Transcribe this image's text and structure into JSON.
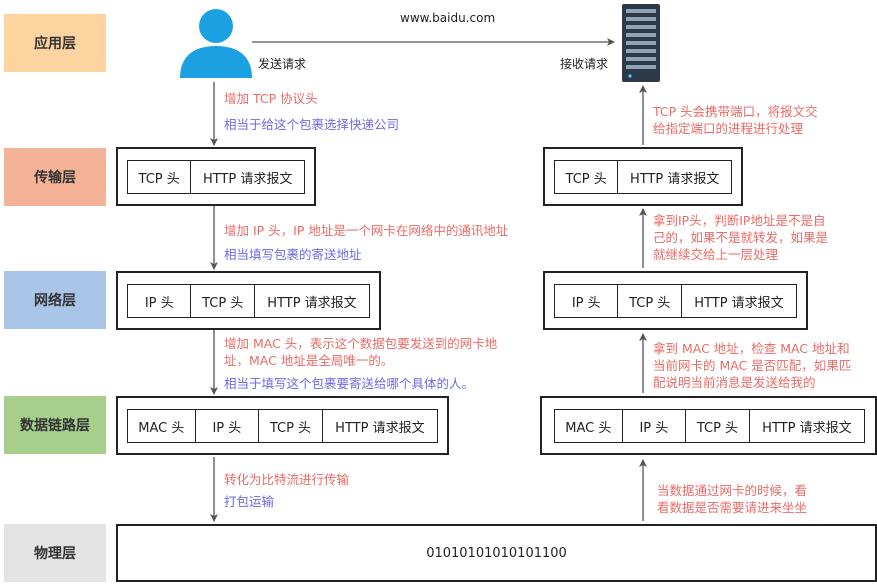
{
  "colors": {
    "app": "#fdd3a0",
    "transport": "#f4b297",
    "network": "#a9c6e8",
    "link": "#a6cf8c",
    "physical": "#e3e3e3",
    "red": "#ea6b66",
    "blue": "#6c6ae8"
  },
  "layers": {
    "application": "应用层",
    "transport": "传输层",
    "network": "网络层",
    "datalink": "数据链路层",
    "physical": "物理层"
  },
  "top": {
    "url": "www.baidu.com",
    "send_label": "发送请求",
    "recv_label": "接收请求",
    "user_icon": "user-icon",
    "server_icon": "server-icon"
  },
  "left": {
    "transport_segments": [
      "TCP 头",
      "HTTP 请求报文"
    ],
    "network_segments": [
      "IP 头",
      "TCP 头",
      "HTTP 请求报文"
    ],
    "link_segments": [
      "MAC 头",
      "IP 头",
      "TCP 头",
      "HTTP 请求报文"
    ],
    "note1_red": "增加 TCP 协议头",
    "note1_blue": "相当于给这个包裹选择快递公司",
    "note2_red": "增加 IP 头，IP 地址是一个网卡在网络中的通讯地址",
    "note2_blue": "相当填写包裹的寄送地址",
    "note3_red_1": "增加 MAC 头，表示这个数据包要发送到的网卡地",
    "note3_red_2": "址，MAC 地址是全局唯一的。",
    "note3_blue": "相当于填写这个包裹要寄送给哪个具体的人。",
    "note4_red": "转化为比特流进行传输",
    "note4_blue": "打包运输"
  },
  "right": {
    "transport_segments": [
      "TCP 头",
      "HTTP 请求报文"
    ],
    "network_segments": [
      "IP 头",
      "TCP 头",
      "HTTP 请求报文"
    ],
    "link_segments": [
      "MAC 头",
      "IP 头",
      "TCP 头",
      "HTTP 请求报文"
    ],
    "note1_1": "TCP 头会携带端口，将报文交",
    "note1_2": "给指定端口的进程进行处理",
    "note2_1": "拿到IP头，判断IP地址是不是自",
    "note2_2": "己的，如果不是就转发，如果是",
    "note2_3": "就继续交给上一层处理",
    "note3_1": "拿到 MAC 地址，检查 MAC 地址和",
    "note3_2": "当前网卡的 MAC 是否匹配，如果匹",
    "note3_3": "配说明当前消息是发送给我的",
    "note4_1": "当数据通过网卡的时候，看",
    "note4_2": "看数据是否需要请进来坐坐"
  },
  "physical": {
    "bits": "01010101010101100"
  }
}
